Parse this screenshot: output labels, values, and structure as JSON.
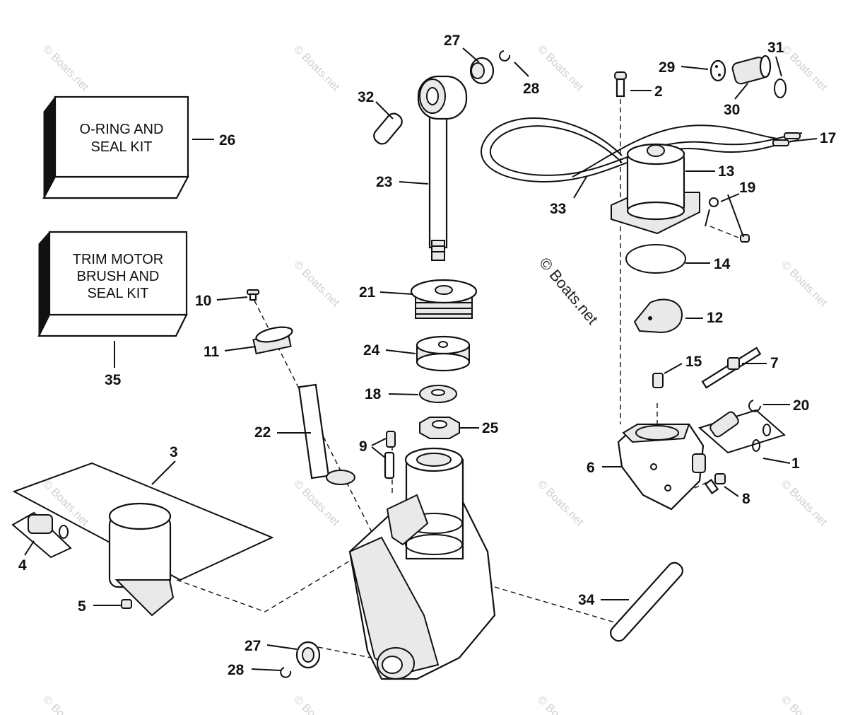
{
  "watermark": {
    "tile_text": "© Boats.net",
    "center_text": "© Boats.net"
  },
  "kits": [
    {
      "id": "kit-26",
      "lines": [
        "O-RING AND",
        "SEAL KIT"
      ],
      "number": "26"
    },
    {
      "id": "kit-35",
      "lines": [
        "TRIM MOTOR",
        "BRUSH AND",
        "SEAL KIT"
      ],
      "number": "35"
    }
  ],
  "callouts": [
    {
      "n": "1"
    },
    {
      "n": "2"
    },
    {
      "n": "3"
    },
    {
      "n": "4"
    },
    {
      "n": "5"
    },
    {
      "n": "6"
    },
    {
      "n": "7"
    },
    {
      "n": "8"
    },
    {
      "n": "9"
    },
    {
      "n": "10"
    },
    {
      "n": "11"
    },
    {
      "n": "12"
    },
    {
      "n": "13"
    },
    {
      "n": "14"
    },
    {
      "n": "15"
    },
    {
      "n": "17"
    },
    {
      "n": "18"
    },
    {
      "n": "19"
    },
    {
      "n": "20"
    },
    {
      "n": "21"
    },
    {
      "n": "22"
    },
    {
      "n": "23"
    },
    {
      "n": "24"
    },
    {
      "n": "25"
    },
    {
      "n": "27"
    },
    {
      "n": "28"
    },
    {
      "n": "29"
    },
    {
      "n": "30"
    },
    {
      "n": "31"
    },
    {
      "n": "32"
    },
    {
      "n": "33"
    },
    {
      "n": "34"
    },
    {
      "n": "27"
    },
    {
      "n": "28"
    }
  ]
}
